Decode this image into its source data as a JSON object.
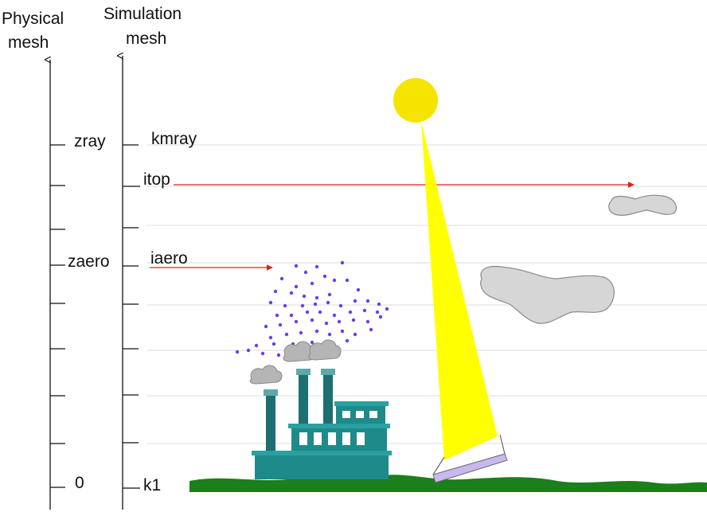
{
  "axes": {
    "physical_title_line1": "Physical",
    "physical_title_line2": "mesh",
    "simulation_title_line1": "Simulation",
    "simulation_title_line2": "mesh"
  },
  "physical_labels": {
    "zray": "zray",
    "zaero": "zaero",
    "zero": "0"
  },
  "simulation_labels": {
    "kmray": "kmray",
    "itop": "itop",
    "iaero": "iaero",
    "k1": "k1"
  },
  "colors": {
    "sun": "#f5e400",
    "beam": "#ffff00",
    "ground": "#1b7f1b",
    "factory": "#1e8a8a",
    "factory_dark": "#176b6b",
    "chimney": "#1e6f6f",
    "smoke": "#b5b5b5",
    "cloud": "#d4d4d4",
    "aerosol": "#6a3df0",
    "arrow": "#e02020",
    "sensor": "#c9b8ee"
  }
}
